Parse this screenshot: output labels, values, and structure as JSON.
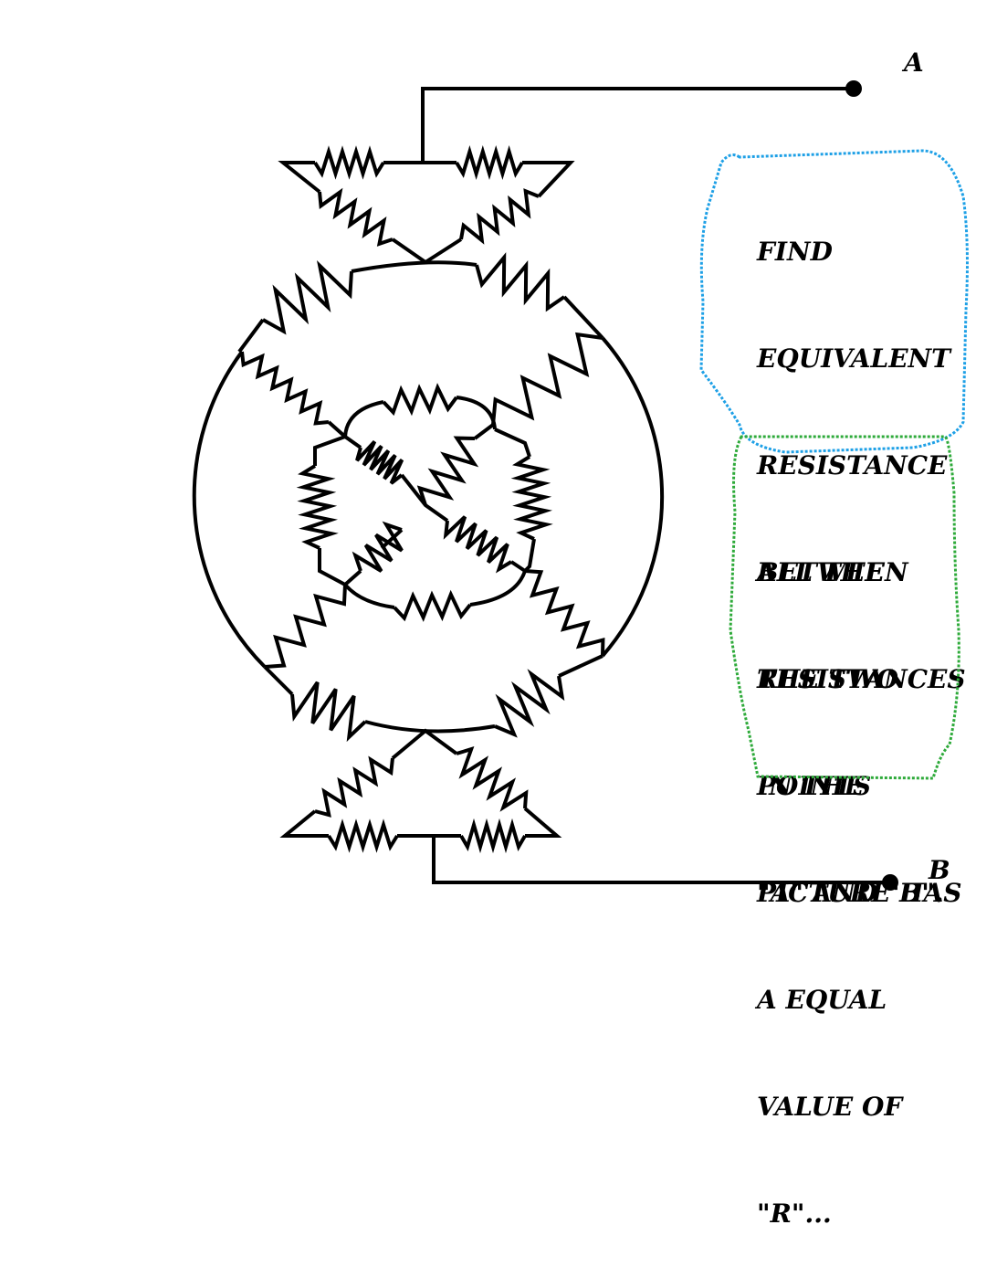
{
  "terminals": {
    "a_label": "A",
    "b_label": "B"
  },
  "notes": {
    "find": [
      "FIND",
      "EQUIVALENT",
      "RESISTANCE",
      "BETWEEN",
      "THE TWO",
      "POINTS",
      "\"A\" AND \"B\"."
    ],
    "values": [
      "ALL THE",
      "RESISTANCES",
      "IN THE",
      "PICTURE HAS",
      "A EQUAL",
      "VALUE OF",
      "\"R\"..."
    ]
  },
  "colors": {
    "find_border": "#1ea0e6",
    "values_border": "#2eaa3a",
    "wire": "#000000"
  }
}
